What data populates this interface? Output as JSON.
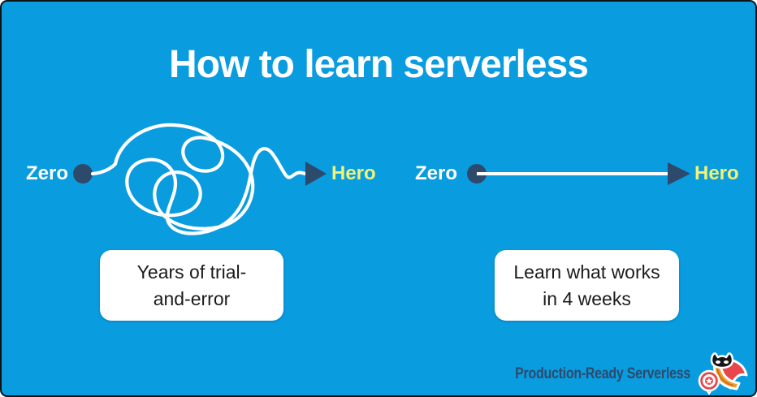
{
  "title": "How to learn serverless",
  "colors": {
    "background": "#099cdf",
    "navy": "#2d4a6d",
    "hero_yellow": "#f1f276",
    "line_white": "#ffffff",
    "caption_text": "#1b1b1b",
    "logo_red": "#e8464a",
    "logo_orange": "#f29c27",
    "logo_black": "#16161a"
  },
  "diagrams": {
    "left": {
      "start_label": "Zero",
      "end_label": "Hero",
      "path_style": "tangled-scribble",
      "caption_line1": "Years of trial-",
      "caption_line2": "and-error"
    },
    "right": {
      "start_label": "Zero",
      "end_label": "Hero",
      "path_style": "straight-arrow",
      "caption_line1": "Learn what works",
      "caption_line2": "in 4 weeks"
    }
  },
  "footer": {
    "brand": "Production-Ready Serverless",
    "logo": "caped-superhero-banana-mascot"
  }
}
